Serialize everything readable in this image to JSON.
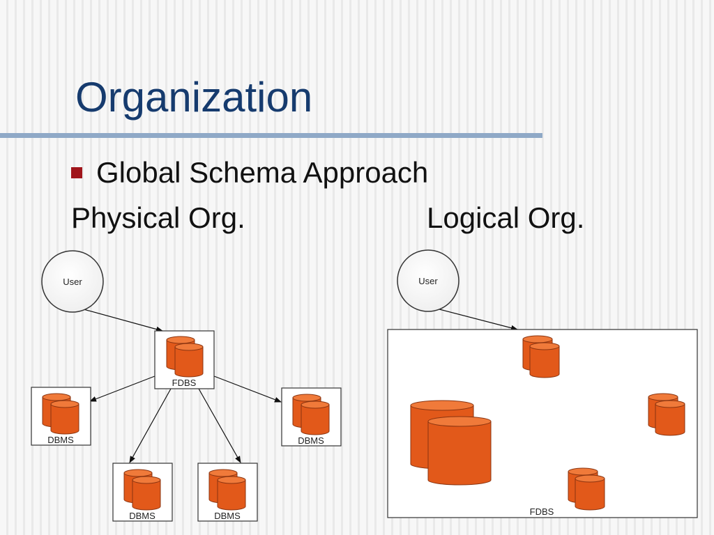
{
  "slide": {
    "title": "Organization",
    "bullet": "Global Schema Approach",
    "physical_heading": "Physical Org.",
    "logical_heading": "Logical Org."
  },
  "physical": {
    "user_label": "User",
    "fdbs_label": "FDBS",
    "dbms_labels": [
      "DBMS",
      "DBMS",
      "DBMS",
      "DBMS"
    ]
  },
  "logical": {
    "user_label": "User",
    "fdbs_label": "FDBS"
  },
  "colors": {
    "title": "#163b6e",
    "rule": "#8fa9c7",
    "bullet": "#a0151b",
    "cylinder": "#e2591a",
    "cylinder_top": "#f07a3a",
    "cylinder_edge": "#8a3410"
  }
}
